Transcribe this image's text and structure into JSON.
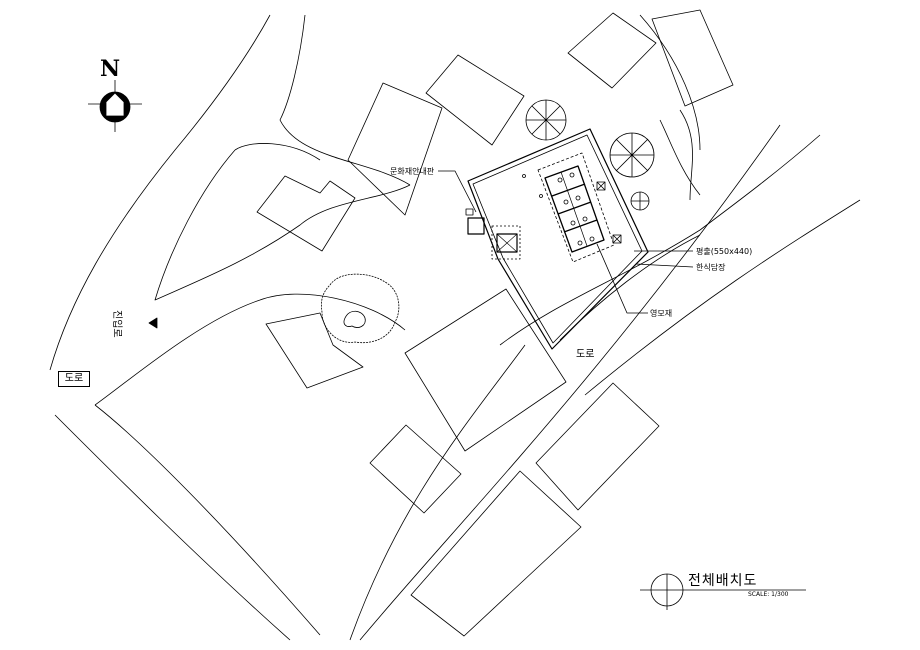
{
  "north": {
    "letter": "N"
  },
  "labels": {
    "signboard": "문화재안내판",
    "gate": "평출(550x440)",
    "wall": "한식담장",
    "shrine": "영모재",
    "road_center": "도로",
    "road_left": "도로",
    "entrance": "진입로"
  },
  "title_block": {
    "title": "전체배치도",
    "scale": "SCALE: 1/300"
  }
}
